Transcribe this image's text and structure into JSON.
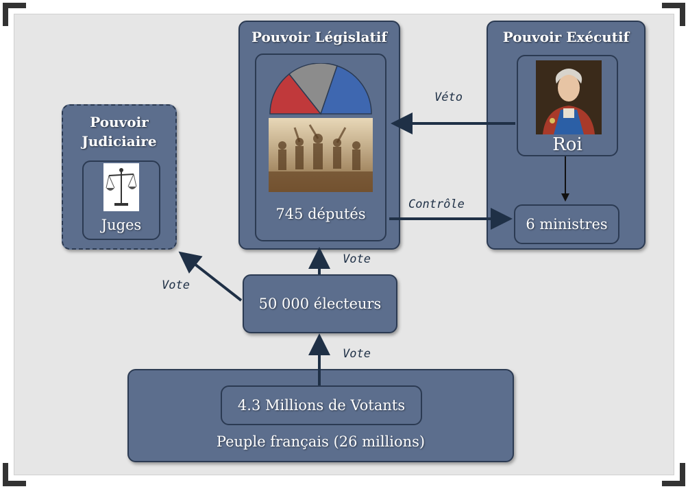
{
  "legislatif": {
    "title": "Pouvoir Législatif",
    "deputes": "745 députés"
  },
  "executif": {
    "title": "Pouvoir Exécutif",
    "roi": "Roi",
    "ministres": "6 ministres"
  },
  "judiciaire": {
    "title_line1": "Pouvoir",
    "title_line2": "Judiciaire",
    "juges": "Juges"
  },
  "electeurs": "50 000 électeurs",
  "peuple": {
    "votants": "4.3 Millions de Votants",
    "label": "Peuple français (26 millions)"
  },
  "arrows": {
    "veto": "Véto",
    "controle": "Contrôle",
    "vote": "Vote"
  },
  "colors": {
    "box": "#5c6e8d",
    "border": "#2b3a52",
    "arrow": "#1f3046",
    "red": "#c0393b",
    "grey": "#8c8c8c",
    "blue": "#3e67b0"
  }
}
